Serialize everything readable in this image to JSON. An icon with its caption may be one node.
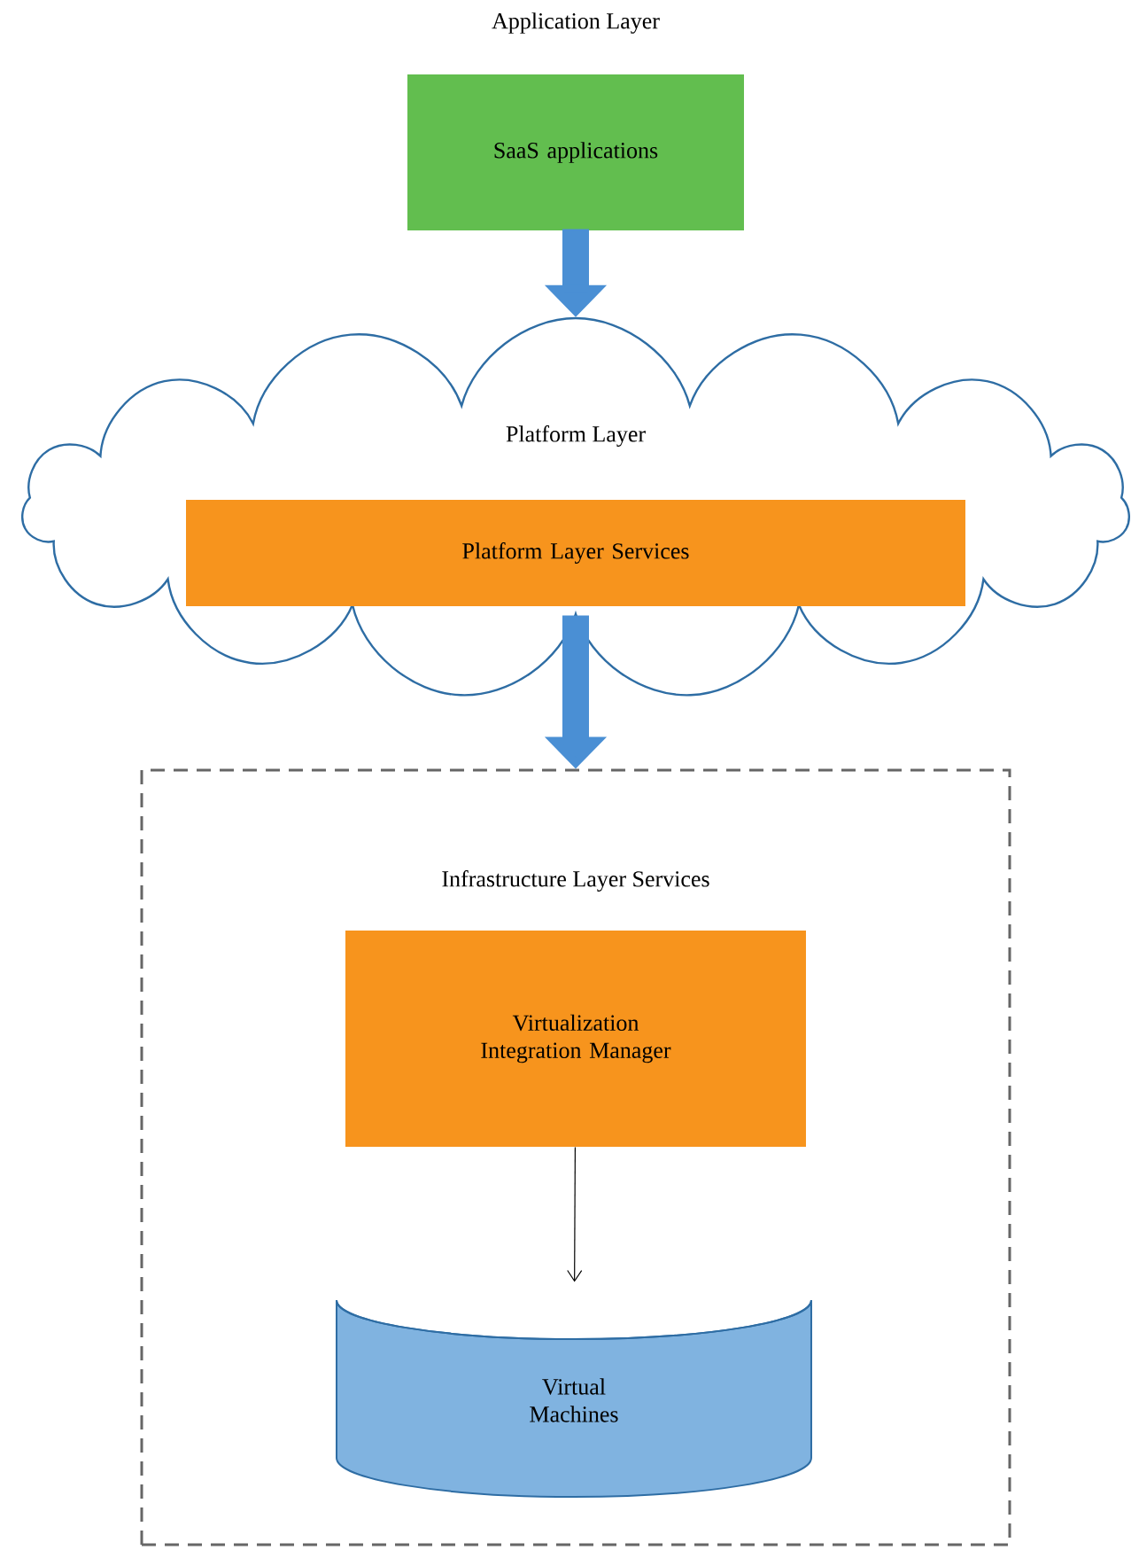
{
  "diagram": {
    "nodes": [
      {
        "text": [
          "Application Layer",
          "SaaS applications"
        ]
      },
      {
        "text": [
          "Platform Layer"
        ]
      },
      {
        "text": [
          "Platform Layer Services"
        ],
        "in": 1
      },
      {
        "text": [
          "Infrastructure Layer Services"
        ]
      },
      {
        "text": [
          "Virtualization Integration Manager"
        ],
        "in": 3
      },
      {
        "text": [
          "Virtual Machines"
        ],
        "in": 3
      }
    ],
    "edges": [
      {
        "from": 0,
        "to": 1,
        "arrow": "to"
      },
      {
        "from": 1,
        "to": 3,
        "arrow": "to"
      },
      {
        "from": 4,
        "to": 5,
        "arrow": "to",
        "color": "#000000"
      }
    ]
  }
}
